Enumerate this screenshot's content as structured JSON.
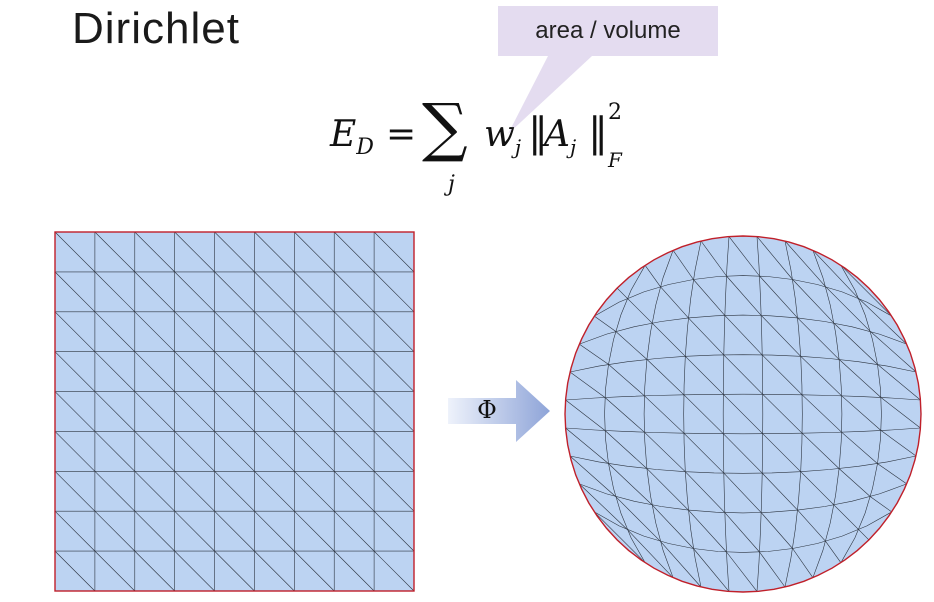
{
  "slide": {
    "title": "Dirichlet",
    "callout": "area / volume",
    "formula": {
      "lhs": "E",
      "lhs_sub": "D",
      "eq": "=",
      "sigma": "∑",
      "sum_index": "j",
      "weight": "w",
      "weight_sub": "j",
      "norm_open": "‖",
      "matrix": "A",
      "matrix_sub": "j",
      "norm_close": "‖",
      "exponent": "2",
      "norm_sub": "F"
    },
    "map_label": "Φ",
    "colors": {
      "mesh_fill": "#bcd3f2",
      "mesh_line": "#2c3440",
      "boundary": "#c0202a",
      "callout": "#e4dcf0",
      "arrow_light": "#eef2fb",
      "arrow_dark": "#8ea4d8"
    },
    "mesh": {
      "grid": 9
    }
  }
}
